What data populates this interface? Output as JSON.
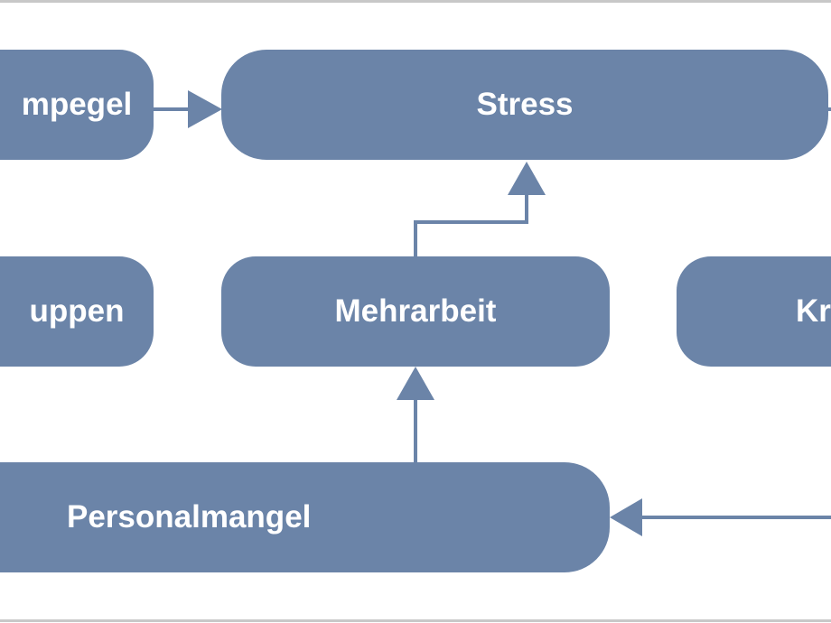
{
  "colors": {
    "node_fill": "#6b84a8",
    "node_text": "#ffffff",
    "connector": "#6b84a8",
    "background": "#ffffff",
    "frame": "#c8c8c8"
  },
  "nodes": {
    "pegel": {
      "label": "mpegel"
    },
    "stress": {
      "label": "Stress"
    },
    "gruppen": {
      "label": "uppen"
    },
    "mehrarbeit": {
      "label": "Mehrarbeit"
    },
    "kr": {
      "label": "Kr"
    },
    "personalmangel": {
      "label": "Personalmangel"
    }
  }
}
